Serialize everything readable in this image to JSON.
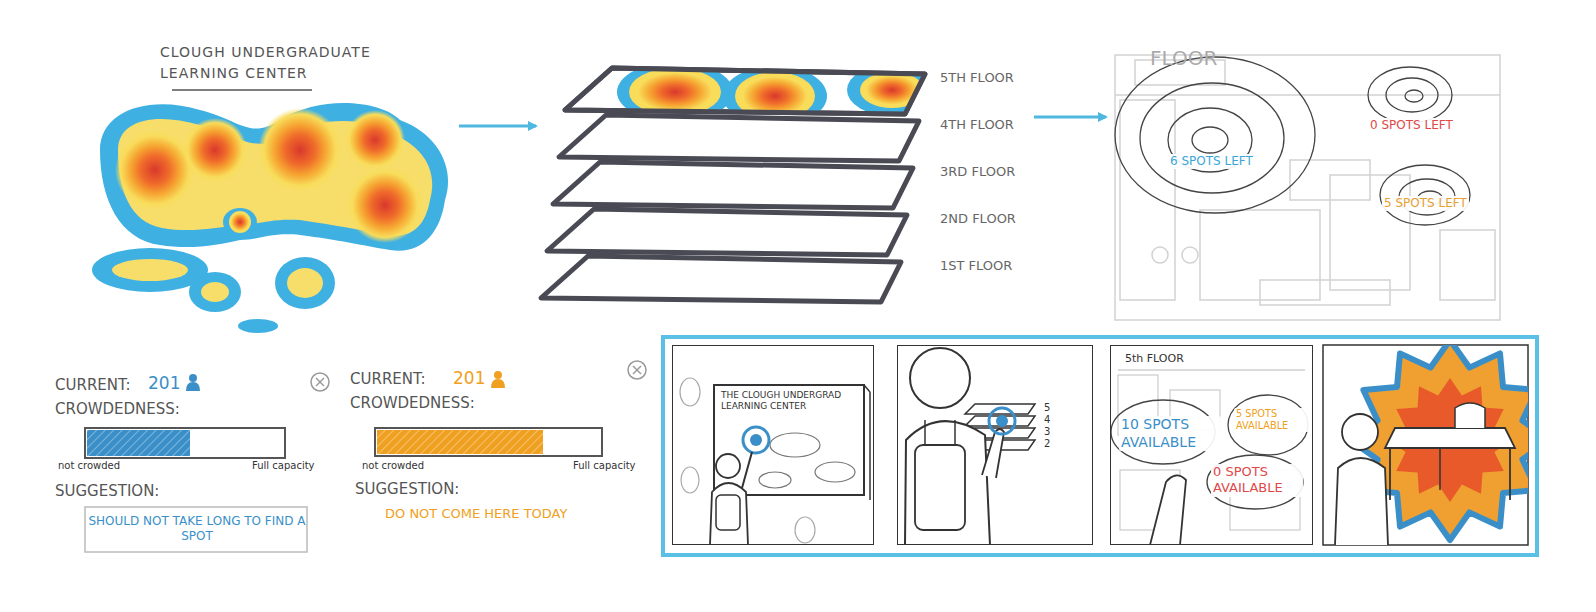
{
  "diagram": {
    "nodes": [
      {
        "text": [
          "CLOUGH UNDERGRADUATE LEARNING CENTER"
        ]
      },
      {
        "text": [
          "5TH FLOOR",
          "4TH FLOOR",
          "3RD FLOOR",
          "2ND FLOOR",
          "1ST FLOOR"
        ]
      },
      {
        "text": [
          "FLOOR",
          "6 SPOTS LEFT",
          "0 SPOTS LEFT",
          "5 SPOTS LEFT"
        ]
      },
      {
        "text": [
          "CURRENT:",
          "201",
          "CROWDEDNESS:",
          "not crowded",
          "Full capacity",
          "SUGGESTION:",
          "SHOULD NOT TAKE LONG TO FIND A SPOT"
        ]
      },
      {
        "text": [
          "CURRENT:",
          "201",
          "CROWDEDNESS:",
          "not crowded",
          "Full capacity",
          "SUGGESTION:",
          "DO NOT COME HERE TODAY"
        ]
      },
      {
        "text": [
          "THE CLOUGH UNDERGRAD LEARNING CENTER"
        ]
      },
      {
        "text": [
          "5",
          "4",
          "3",
          "2"
        ]
      },
      {
        "text": [
          "5th FLOOR",
          "10 SPOTS AVAILABLE",
          "5 SPOTS AVAILABLE",
          "0 SPOTS AVAILABLE"
        ]
      }
    ],
    "edges": [
      {
        "from": 0,
        "to": 1,
        "arrow": "to"
      },
      {
        "from": 1,
        "to": 2,
        "arrow": "to"
      }
    ]
  }
}
